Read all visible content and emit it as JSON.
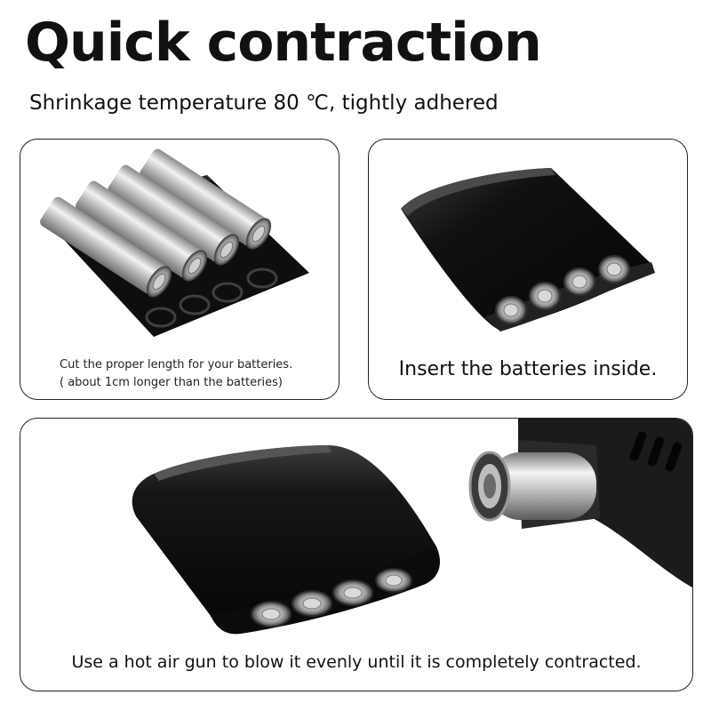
{
  "headline": "Quick contraction",
  "subheadline": "Shrinkage temperature 80 ℃, tightly adhered",
  "steps": [
    {
      "lines": [
        "Cut the proper length for your batteries.",
        "( about 1cm longer than the batteries)"
      ]
    },
    {
      "lines": [
        "Insert the batteries inside."
      ]
    },
    {
      "lines": [
        "Use a hot air gun to blow it evenly until it is completely contracted."
      ]
    }
  ],
  "colors": {
    "wrap": "#0d0d0d",
    "metal": "#c8c8c8",
    "border": "#222222",
    "background": "#ffffff"
  }
}
